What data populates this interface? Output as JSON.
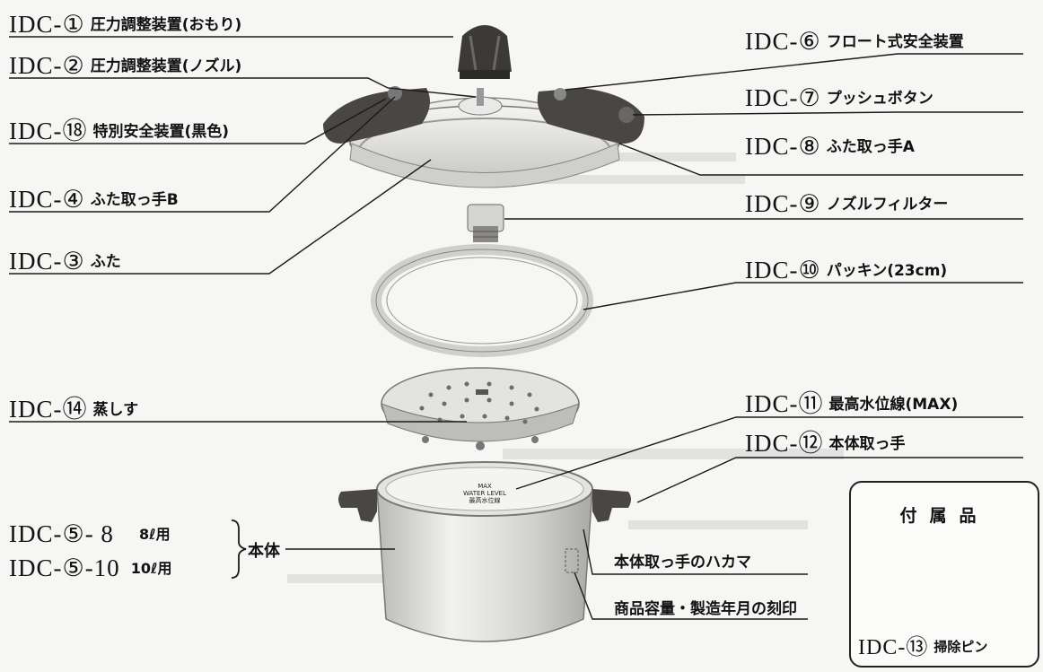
{
  "title": "",
  "labels": {
    "l1": {
      "code": "IDC-①",
      "name": "圧力調整装置(おもり)"
    },
    "l2": {
      "code": "IDC-②",
      "name": "圧力調整装置(ノズル)"
    },
    "l18": {
      "code": "IDC-⑱",
      "name": "特別安全装置(黒色)"
    },
    "l4": {
      "code": "IDC-④",
      "name": "ふた取っ手B"
    },
    "l3": {
      "code": "IDC-③",
      "name": "ふた"
    },
    "l14": {
      "code": "IDC-⑭",
      "name": "蒸しす"
    },
    "l6": {
      "code": "IDC-⑥",
      "name": "フロート式安全装置"
    },
    "l7": {
      "code": "IDC-⑦",
      "name": "プッシュボタン"
    },
    "l8": {
      "code": "IDC-⑧",
      "name": "ふた取っ手A"
    },
    "l9": {
      "code": "IDC-⑨",
      "name": "ノズルフィルター"
    },
    "l10": {
      "code": "IDC-⑩",
      "name": "パッキン(23cm)"
    },
    "l11": {
      "code": "IDC-⑪",
      "name": "最高水位線(MAX)"
    },
    "l12": {
      "code": "IDC-⑫",
      "name": "本体取っ手"
    },
    "l5a": {
      "code": "IDC-⑤- 8",
      "name": "8ℓ用"
    },
    "l5b": {
      "code": "IDC-⑤-10",
      "name": "10ℓ用"
    },
    "l13": {
      "code": "IDC-⑬",
      "name": "掃除ピン"
    }
  },
  "body_label": "本体",
  "note_hakama": "本体取っ手のハカマ",
  "note_stamp": "商品容量・製造年月の刻印",
  "accessory_title": "付属品",
  "pot_marking": {
    "line1": "MAX",
    "line2": "WATER LEVEL",
    "line3": "最高水位線"
  },
  "colors": {
    "handle": "#4a4644",
    "steel": "#d8d8d6",
    "line": "#1a1a1a"
  }
}
